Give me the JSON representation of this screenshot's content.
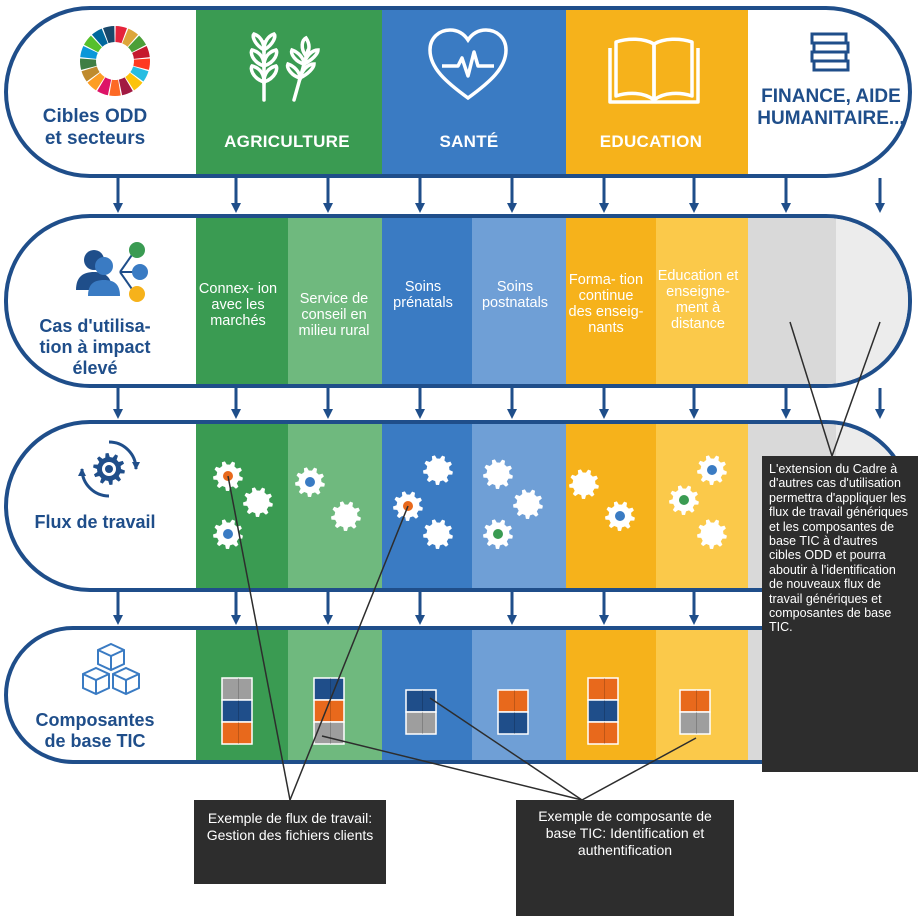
{
  "rows": {
    "row1": {
      "label_line1": "Cibles ODD",
      "label_line2": "et secteurs"
    },
    "row2": {
      "label_line1": "Cas d'utilisa-",
      "label_line2": "tion à impact",
      "label_line3": "élevé"
    },
    "row3": {
      "label": "Flux de travail"
    },
    "row4": {
      "label_line1": "Composantes",
      "label_line2": "de base TIC"
    }
  },
  "sectors": [
    {
      "name": "AGRICULTURE",
      "icon": "wheat-icon",
      "color": "#3a9b52"
    },
    {
      "name": "SANTÉ",
      "icon": "heartbeat-icon",
      "color": "#3a7bc3"
    },
    {
      "name": "EDUCATION",
      "icon": "book-icon",
      "color": "#f6b21b"
    },
    {
      "name_line1": "FINANCE, AIDE",
      "name_line2": "HUMANITAIRE...",
      "icon": "money-stack-icon",
      "color": "#1f4e8a"
    }
  ],
  "use_cases": [
    {
      "text": "Connex- ion avec les marchés"
    },
    {
      "text": "Service de conseil en milieu rural"
    },
    {
      "text": "Soins prénatals"
    },
    {
      "text": "Soins postnatals"
    },
    {
      "text": "Forma- tion continue des enseig- nants"
    },
    {
      "text": "Education et enseigne- ment à distance"
    }
  ],
  "callouts": {
    "workflow": "Exemple de flux de travail: Gestion des fichiers clients",
    "component": "Exemple de composante de base TIC: Identification et authentification",
    "extension": "L'extension du Cadre à d'autres cas d'utilisation permettra d'appliquer les flux de travail génériques et les composantes de base TIC à d'autres cibles ODD et pourra aboutir à l'identification de nouveaux flux de travail génériques et composantes de base TIC."
  },
  "colors": {
    "navy": "#1f4e8a",
    "green_dark": "#3a9b52",
    "green_light": "#6fb97e",
    "blue_dark": "#3a7bc3",
    "blue_light": "#6f9fd6",
    "yellow_dark": "#f6b21b",
    "yellow_light": "#fbc94a",
    "grey_dark": "#d9d9d9",
    "grey_light": "#ececec",
    "callout": "#2d2d2d",
    "orange": "#e8691c"
  }
}
